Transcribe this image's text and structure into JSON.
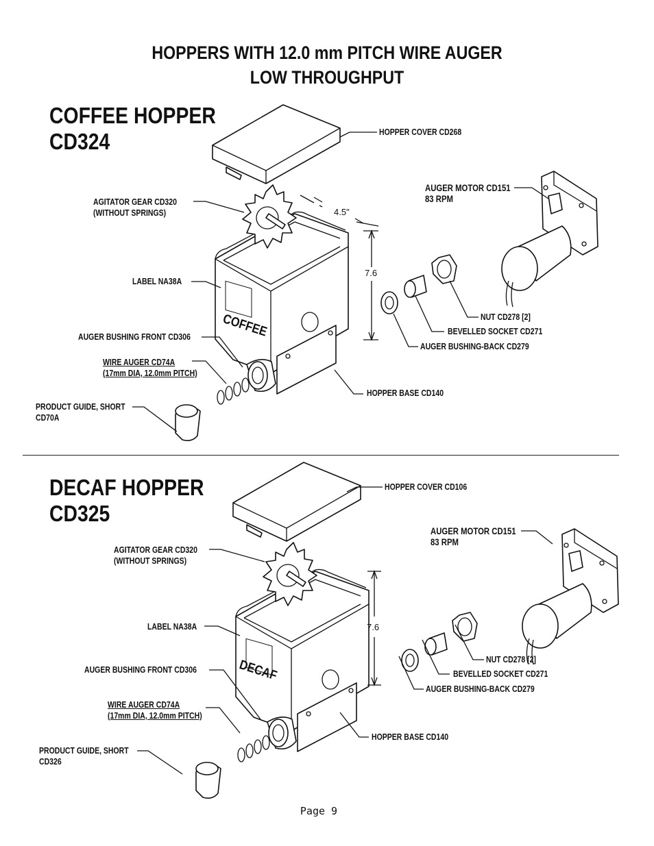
{
  "title_line1": "HOPPERS WITH 12.0 mm PITCH WIRE AUGER",
  "title_line2": "LOW THROUGHPUT",
  "coffee": {
    "heading_line1": "COFFEE HOPPER",
    "heading_line2": "CD324",
    "hopper_text": "COFFEE",
    "labels": {
      "hopper_cover": "HOPPER COVER CD268",
      "agitator_gear_1": "AGITATOR GEAR CD320",
      "agitator_gear_2": "(WITHOUT SPRINGS)",
      "auger_motor": "AUGER MOTOR CD151",
      "motor_rpm": "83 RPM",
      "dim_width": "4.5\"",
      "dim_height": "7.6",
      "label": "LABEL NA38A",
      "nut": "NUT CD278  [2]",
      "bevelled_socket": "BEVELLED SOCKET CD271",
      "bushing_front": "AUGER BUSHING FRONT CD306",
      "bushing_back": "AUGER BUSHING-BACK  CD279",
      "wire_auger_1": "WIRE AUGER CD74A",
      "wire_auger_2": "(17mm DIA, 12.0mm PITCH)",
      "hopper_base": "HOPPER BASE CD140",
      "product_guide_1": "PRODUCT GUIDE, SHORT",
      "product_guide_2": "CD70A"
    }
  },
  "decaf": {
    "heading_line1": "DECAF HOPPER",
    "heading_line2": "CD325",
    "hopper_text": "DECAF",
    "labels": {
      "hopper_cover": "HOPPER COVER CD106",
      "agitator_gear_1": "AGITATOR GEAR CD320",
      "agitator_gear_2": "(WITHOUT SPRINGS)",
      "auger_motor": "AUGER MOTOR CD151",
      "motor_rpm": "83 RPM",
      "dim_height": "7.6",
      "label": "LABEL NA38A",
      "nut": "NUT CD278  [2]",
      "bevelled_socket": "BEVELLED SOCKET CD271",
      "bushing_front": "AUGER BUSHING FRONT CD306",
      "bushing_back": "AUGER BUSHING-BACK  CD279",
      "wire_auger_1": "WIRE AUGER CD74A",
      "wire_auger_2": "(17mm DIA, 12.0mm PITCH)",
      "hopper_base": "HOPPER BASE CD140",
      "product_guide_1": "PRODUCT GUIDE, SHORT",
      "product_guide_2": "CD326"
    }
  },
  "page_number": "Page  9"
}
